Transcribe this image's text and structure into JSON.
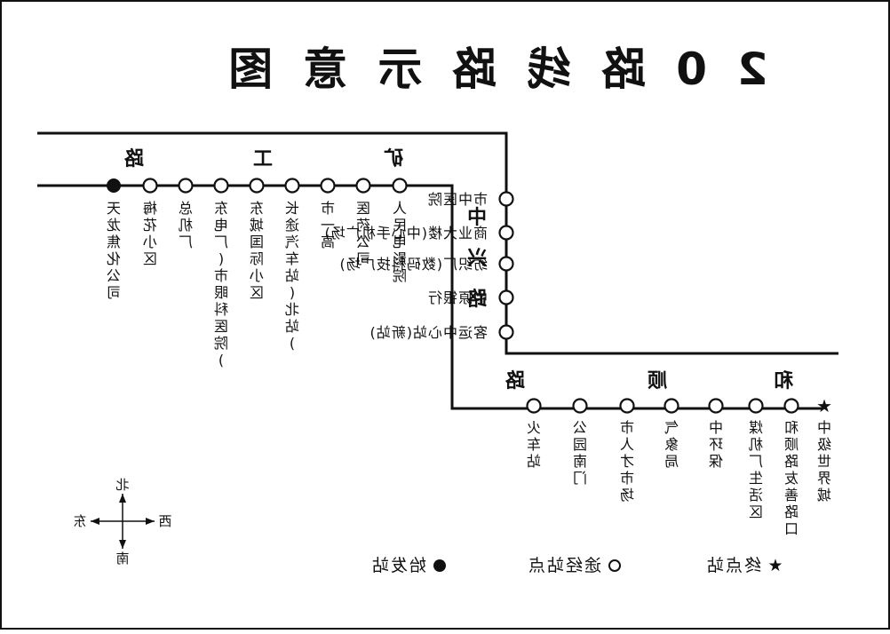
{
  "title": "20路线路示意图",
  "road_labels": {
    "top_road": [
      "矿",
      "工",
      "路"
    ],
    "right_road": [
      "中",
      "兴",
      "路"
    ],
    "bottom_road": [
      "和",
      "顺",
      "路"
    ]
  },
  "stations": {
    "top": [
      {
        "name": "人民电影院",
        "type": "intermediate"
      },
      {
        "name": "医药公司",
        "type": "intermediate"
      },
      {
        "name": "市一高",
        "type": "intermediate"
      },
      {
        "name": "长途汽车站(北站)",
        "type": "intermediate"
      },
      {
        "name": "东城国际小区",
        "type": "intermediate"
      },
      {
        "name": "东电厂(市眼科医院)",
        "type": "intermediate"
      },
      {
        "name": "总机厂",
        "type": "intermediate"
      },
      {
        "name": "梅花小区",
        "type": "intermediate"
      },
      {
        "name": "天龙焦化公司",
        "type": "start"
      }
    ],
    "right": [
      {
        "name": "市中医院",
        "type": "intermediate"
      },
      {
        "name": "商业大楼(中心手机广场)",
        "type": "intermediate"
      },
      {
        "name": "纺织厂(数码科技广场)",
        "type": "intermediate"
      },
      {
        "name": "中原银行",
        "type": "intermediate"
      },
      {
        "name": "客运中心站(新站)",
        "type": "intermediate"
      }
    ],
    "bottom": [
      {
        "name": "火车站",
        "type": "intermediate"
      },
      {
        "name": "公园南门",
        "type": "intermediate"
      },
      {
        "name": "市人才市场",
        "type": "intermediate"
      },
      {
        "name": "气象局",
        "type": "intermediate"
      },
      {
        "name": "中环保",
        "type": "intermediate"
      },
      {
        "name": "煤机厂生活区",
        "type": "intermediate"
      },
      {
        "name": "和顺路友善路口",
        "type": "intermediate"
      },
      {
        "name": "中级世界城",
        "type": "end"
      }
    ]
  },
  "compass": {
    "north": "北",
    "south": "南",
    "east": "东",
    "west": "西"
  },
  "legend": {
    "end_label": "终点站",
    "through_label": "途经站点",
    "start_label": "始发站",
    "end_symbol": "★",
    "through_symbol": "○",
    "start_symbol": "●"
  },
  "colors": {
    "line": "#111111",
    "background": "#ffffff"
  }
}
